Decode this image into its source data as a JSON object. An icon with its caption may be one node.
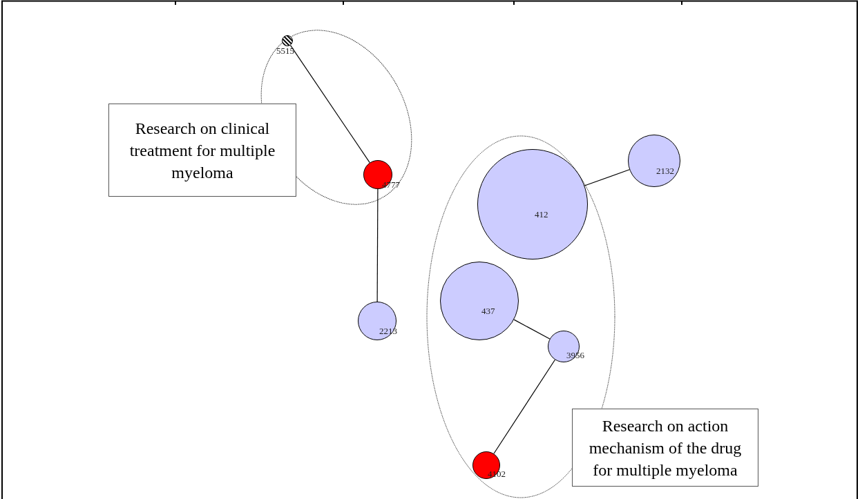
{
  "diagram": {
    "nodes": [
      {
        "text": [],
        "shape": "ellipse"
      },
      {
        "text": [
          "5515"
        ],
        "in": 0
      },
      {
        "text": [
          "4777"
        ],
        "in": 0
      },
      {
        "text": [
          "Research on clinical treatment for multiple myeloma"
        ]
      },
      {
        "text": [
          "2132"
        ]
      },
      {
        "text": [],
        "shape": "ellipse"
      },
      {
        "text": [
          "412"
        ],
        "in": 5
      },
      {
        "text": [
          "437"
        ],
        "in": 5
      },
      {
        "text": [
          "3956"
        ],
        "in": 5
      },
      {
        "text": [
          "4102"
        ],
        "in": 5
      },
      {
        "text": [
          "2213"
        ]
      },
      {
        "text": [
          "Research on action mechanism of the drug for multiple myeloma"
        ]
      }
    ],
    "edges": [
      {
        "from": 1,
        "to": 2,
        "arrow": "none"
      },
      {
        "from": 2,
        "to": 10,
        "arrow": "none"
      },
      {
        "from": 6,
        "to": 4,
        "arrow": "none"
      },
      {
        "from": 7,
        "to": 8,
        "arrow": "none"
      },
      {
        "from": 8,
        "to": 9,
        "arrow": "none"
      }
    ]
  }
}
